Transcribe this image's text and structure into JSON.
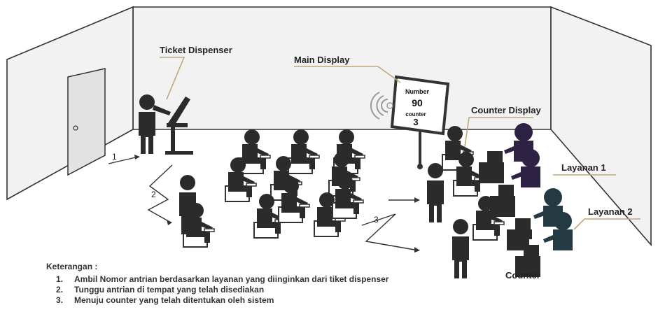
{
  "labels": {
    "ticket_dispenser": "Ticket Dispenser",
    "main_display": "Main Display",
    "counter_display": "Counter Display",
    "layanan_1": "Layanan 1",
    "layanan_2": "Layanan 2",
    "counter": "Counter"
  },
  "main_display_screen": {
    "number_label": "Number",
    "number_value": "90",
    "counter_label": "counter",
    "counter_value": "3"
  },
  "steps": {
    "step1": "1",
    "step2": "2",
    "step3": "3"
  },
  "legend": {
    "title": "Keterangan :",
    "items": [
      {
        "num": "1.",
        "text": "Ambil Nomor antrian berdasarkan layanan yang diinginkan dari tiket dispenser"
      },
      {
        "num": "2.",
        "text": "Tunggu antrian di tempat yang telah disediakan"
      },
      {
        "num": "3.",
        "text": "Menuju counter yang telah ditentukan oleh sistem"
      }
    ]
  },
  "colors": {
    "person": "#2b2b2b",
    "layanan_1_staff": "#2e2244",
    "layanan_2_staff": "#243a42",
    "room_fill": "#f2f2f2",
    "leader_line": "#bba97a"
  }
}
